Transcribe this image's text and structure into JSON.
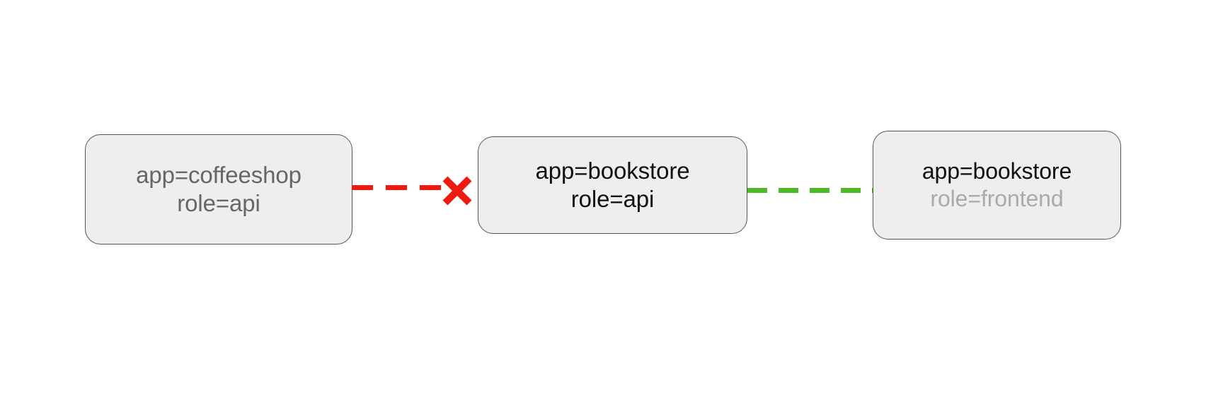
{
  "diagram": {
    "type": "network-policy-connectivity",
    "background_color": "#ffffff",
    "nodes": [
      {
        "id": "coffeeshop-api",
        "app_label": "app=coffeeshop",
        "role_label": "role=api",
        "text_color": "#666666",
        "fill_color": "#eeeeee",
        "border_color": "#555555"
      },
      {
        "id": "bookstore-api",
        "app_label": "app=bookstore",
        "role_label": "role=api",
        "text_color": "#111111",
        "fill_color": "#eeeeee",
        "border_color": "#555555"
      },
      {
        "id": "bookstore-frontend",
        "app_label": "app=bookstore",
        "role_label": "role=frontend",
        "app_text_color": "#111111",
        "role_text_color": "#aaaaaa",
        "fill_color": "#eeeeee",
        "border_color": "#555555"
      }
    ],
    "edges": [
      {
        "id": "blocked",
        "from": "coffeeshop-api",
        "to": "bookstore-api",
        "style": "dashed",
        "color": "#ef1a10",
        "status": "blocked",
        "marker": "x-cross"
      },
      {
        "id": "allowed",
        "from": "bookstore-api",
        "to": "bookstore-frontend",
        "style": "dashed",
        "color": "#4cbb27",
        "status": "allowed",
        "marker": "none"
      }
    ],
    "icons": {
      "blocked_marker": "x-cross-icon"
    }
  }
}
